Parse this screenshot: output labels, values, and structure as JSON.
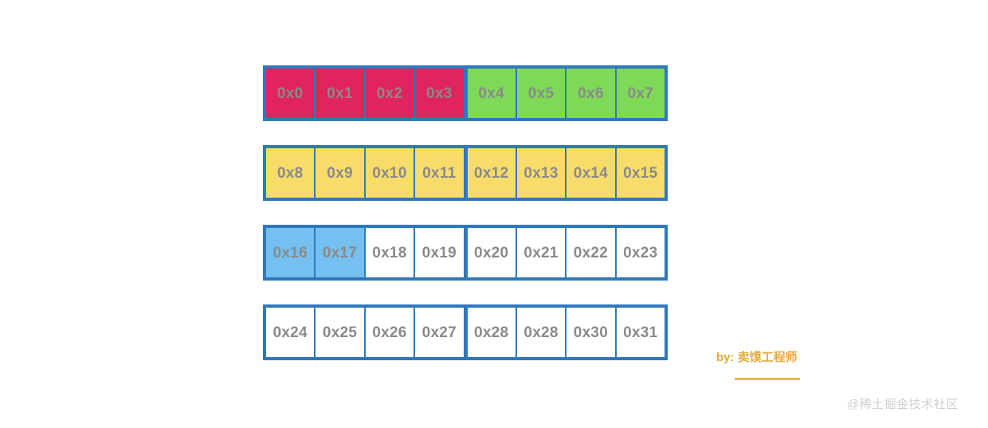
{
  "diagram": {
    "type": "memory-address-grid",
    "title": "",
    "columns": 8,
    "rows": [
      {
        "index": 0,
        "cells": [
          {
            "label": "0x0",
            "fill": "pink",
            "state": "allocated-a"
          },
          {
            "label": "0x1",
            "fill": "pink",
            "state": "allocated-a"
          },
          {
            "label": "0x2",
            "fill": "pink",
            "state": "allocated-a"
          },
          {
            "label": "0x3",
            "fill": "pink",
            "state": "allocated-a"
          },
          {
            "label": "0x4",
            "fill": "green",
            "state": "allocated-b",
            "group_break": true
          },
          {
            "label": "0x5",
            "fill": "green",
            "state": "allocated-b"
          },
          {
            "label": "0x6",
            "fill": "green",
            "state": "allocated-b"
          },
          {
            "label": "0x7",
            "fill": "green",
            "state": "allocated-b"
          }
        ]
      },
      {
        "index": 1,
        "cells": [
          {
            "label": "0x8",
            "fill": "yellow",
            "state": "allocated-c"
          },
          {
            "label": "0x9",
            "fill": "yellow",
            "state": "allocated-c"
          },
          {
            "label": "0x10",
            "fill": "yellow",
            "state": "allocated-c"
          },
          {
            "label": "0x11",
            "fill": "yellow",
            "state": "allocated-c"
          },
          {
            "label": "0x12",
            "fill": "yellow",
            "state": "allocated-c",
            "group_break": true
          },
          {
            "label": "0x13",
            "fill": "yellow",
            "state": "allocated-c"
          },
          {
            "label": "0x14",
            "fill": "yellow",
            "state": "allocated-c"
          },
          {
            "label": "0x15",
            "fill": "yellow",
            "state": "allocated-c"
          }
        ]
      },
      {
        "index": 2,
        "cells": [
          {
            "label": "0x16",
            "fill": "blue",
            "state": "allocated-d"
          },
          {
            "label": "0x17",
            "fill": "blue",
            "state": "allocated-d"
          },
          {
            "label": "0x18",
            "fill": "white",
            "state": "free"
          },
          {
            "label": "0x19",
            "fill": "white",
            "state": "free"
          },
          {
            "label": "0x20",
            "fill": "white",
            "state": "free",
            "group_break": true
          },
          {
            "label": "0x21",
            "fill": "white",
            "state": "free"
          },
          {
            "label": "0x22",
            "fill": "white",
            "state": "free"
          },
          {
            "label": "0x23",
            "fill": "white",
            "state": "free"
          }
        ]
      },
      {
        "index": 3,
        "cells": [
          {
            "label": "0x24",
            "fill": "white",
            "state": "free"
          },
          {
            "label": "0x25",
            "fill": "white",
            "state": "free"
          },
          {
            "label": "0x26",
            "fill": "white",
            "state": "free"
          },
          {
            "label": "0x27",
            "fill": "white",
            "state": "free"
          },
          {
            "label": "0x28",
            "fill": "white",
            "state": "free",
            "group_break": true
          },
          {
            "label": "0x28",
            "fill": "white",
            "state": "free"
          },
          {
            "label": "0x30",
            "fill": "white",
            "state": "free"
          },
          {
            "label": "0x31",
            "fill": "white",
            "state": "free"
          }
        ]
      }
    ]
  },
  "credit": {
    "text": "by: 卖馍工程师"
  },
  "watermark": {
    "text": "@稀土掘金技术社区"
  },
  "colors": {
    "border_blue": "#2f78be",
    "pink": "#e0245e",
    "green": "#7ed957",
    "yellow": "#f8dc6a",
    "light_blue": "#74c0f0",
    "white": "#ffffff",
    "cell_text": "#8a8a8a",
    "credit_gold": "#e8a93c",
    "rule_gold": "#e8b84b",
    "watermark_gray": "#cfcfcf",
    "page_background": "#ffffff"
  }
}
